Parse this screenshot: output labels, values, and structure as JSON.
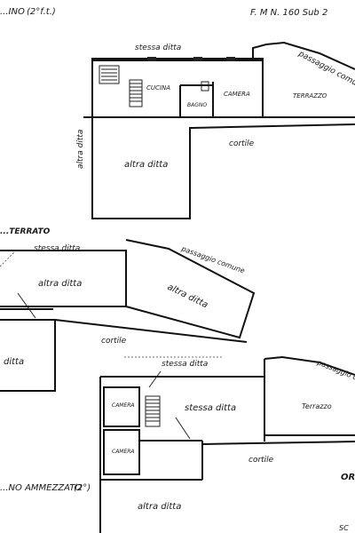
{
  "header": {
    "floor_top": "...INO",
    "floor_top_note": "(2°f.t.)",
    "cadastral": "F. M  N. 160  Sub 2"
  },
  "plan_top": {
    "neighbor_top": "stessa ditta",
    "passage": "passaggio comune",
    "kitchen": "CUCINA",
    "bathroom": "BAGNO",
    "bedroom": "CAMERA",
    "terrace": "TERRAZZO",
    "courtyard": "cortile",
    "neighbor_side": "altra ditta",
    "neighbor_lower": "altra ditta"
  },
  "plan_middle": {
    "floor_label": "...TERRATO",
    "neighbor_top": "stessa ditta",
    "passage": "passaggio comune",
    "neighbor_center": "altra ditta",
    "neighbor_right": "altra ditta",
    "neighbor_left": "ditta",
    "courtyard": "cortile"
  },
  "plan_bottom": {
    "neighbor_top": "stessa ditta",
    "passage": "passaggio comune",
    "bedroom_1": "CAMERA",
    "bedroom_2": "CAMERA",
    "neighbor_center": "stessa ditta",
    "terrace": "Terrazzo",
    "courtyard": "cortile",
    "neighbor_lower": "altra ditta",
    "floor_label": "...NO AMMEZZATO",
    "floor_note": "(2°)",
    "orientation": "OR",
    "scale": "SC"
  }
}
